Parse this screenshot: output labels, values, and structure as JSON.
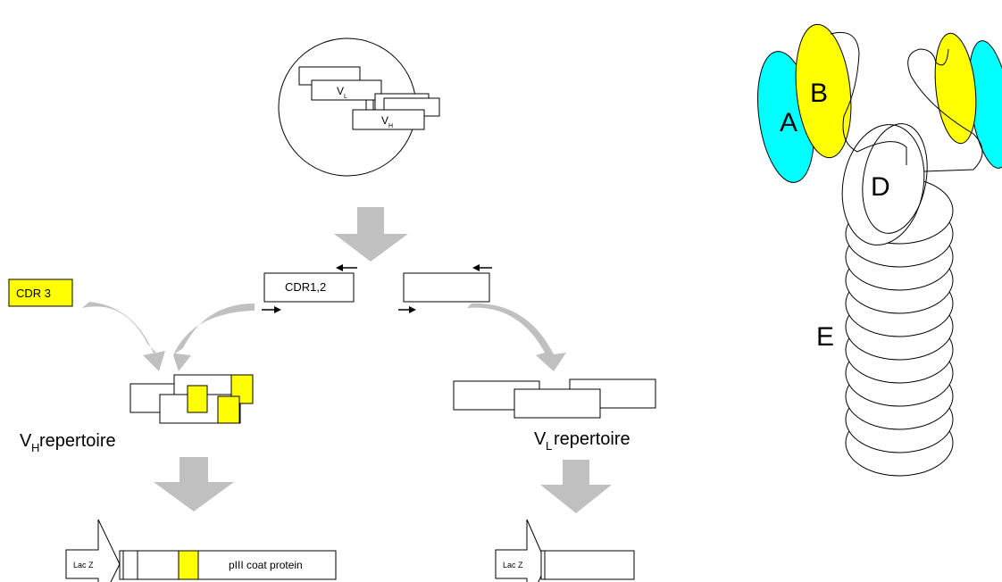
{
  "colors": {
    "highlight": "#ffff00",
    "cyan": "#00ffff",
    "arrow_gray": "#c0c0c0",
    "stroke": "#000000"
  },
  "labels": {
    "vl_small": "V",
    "vl_small_sub": "L",
    "vh_small": "V",
    "vh_small_sub": "H",
    "cdr3": "CDR 3",
    "cdr12": "CDR1,2",
    "vh_rep_v": "V",
    "vh_rep_sub": "H",
    "vh_rep_text": " repertoire",
    "vl_rep_v": "V",
    "vl_rep_sub": "L",
    "vl_rep_text": " repertoire",
    "lacz_left": "Lac Z",
    "lacz_right": "Lac Z",
    "piii": "pIII coat protein"
  },
  "structure_labels": {
    "a": "A",
    "b": "B",
    "d": "D",
    "e": "E"
  },
  "icons": [
    "down-arrow-icon",
    "curved-arrow-icon",
    "primer-arrow-icon",
    "lacz-promoter-arrow-icon"
  ]
}
